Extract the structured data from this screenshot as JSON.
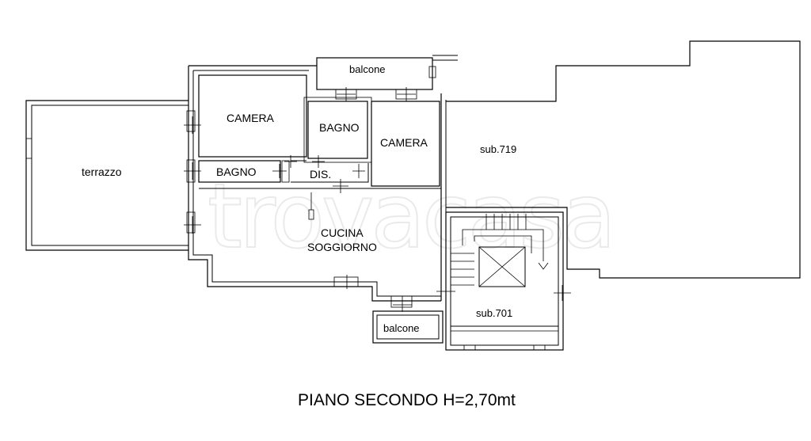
{
  "rooms": {
    "terrazzo": "terrazzo",
    "camera_left": "CAMERA",
    "bagno_top": "BAGNO",
    "camera_right": "CAMERA",
    "balcone_top": "balcone",
    "bagno_left": "BAGNO",
    "dis": "DIS.",
    "cucina": "CUCINA",
    "soggiorno": "SOGGIORNO",
    "sub_719": "sub.719",
    "sub_701": "sub.701",
    "balcone_bottom": "balcone"
  },
  "caption": "PIANO SECONDO H=2,70mt",
  "watermark": "trovacasa"
}
